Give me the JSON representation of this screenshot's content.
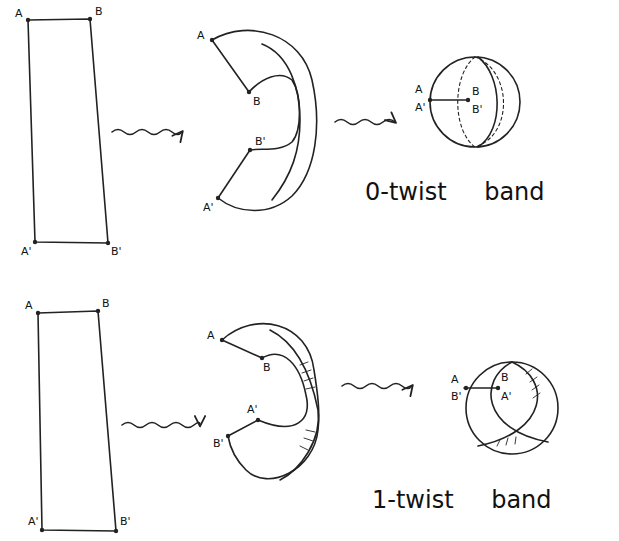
{
  "diagram": {
    "labels": [
      "A",
      "B",
      "A'",
      "B'",
      "A",
      "B",
      "A'",
      "B'",
      "A",
      "A'",
      "B",
      "B'",
      "0-twist band",
      "A",
      "B",
      "A'",
      "B'",
      "A",
      "B",
      "A'",
      "B'",
      "A",
      "B'",
      "B",
      "A'",
      "1-twist band"
    ]
  }
}
